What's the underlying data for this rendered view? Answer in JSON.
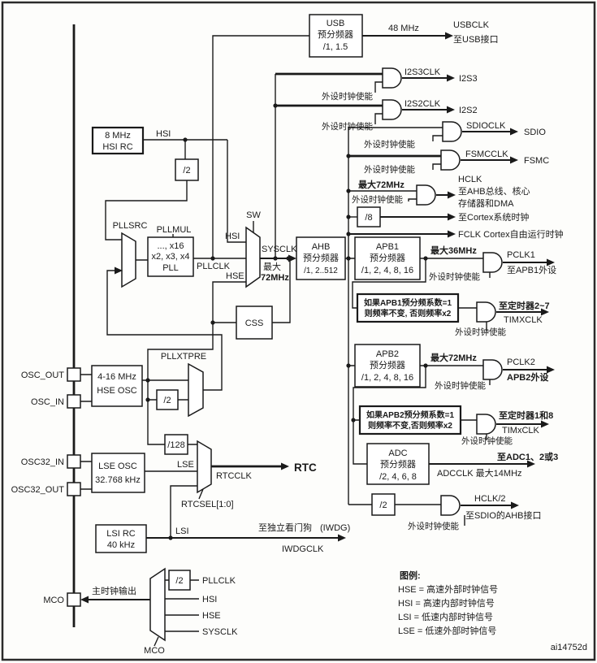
{
  "boxes": {
    "usb_prescaler": {
      "line1": "USB",
      "line2": "预分频器",
      "line3": "/1, 1.5"
    },
    "hsi_rc": {
      "line1": "8 MHz",
      "line2": "HSI RC"
    },
    "hsi_div2": "/2",
    "pll": {
      "line1": "..., x16",
      "line2": "x2, x3, x4",
      "line3": "PLL"
    },
    "ahb_prescaler": {
      "line1": "AHB",
      "line2": "预分频器",
      "line3": "/1, 2..512"
    },
    "css": "CSS",
    "hse_osc": {
      "line1": "4-16 MHz",
      "line2": "HSE OSC"
    },
    "hse_div2": "/2",
    "div128": "/128",
    "lse_osc": {
      "line1": "LSE OSC",
      "line2": "32.768 kHz"
    },
    "lsi_rc": {
      "line1": "LSI RC",
      "line2": "40 kHz"
    },
    "div8": "/8",
    "apb1_prescaler": {
      "line1": "APB1",
      "line2": "预分频器",
      "line3": "/1, 2, 4, 8, 16"
    },
    "apb1_note": {
      "line1": "如果APB1预分频系数=1",
      "line2": "则频率不变, 否则频率x2"
    },
    "apb2_prescaler": {
      "line1": "APB2",
      "line2": "预分频器",
      "line3": "/1, 2, 4, 8, 16"
    },
    "apb2_note": {
      "line1": "如果APB2预分频系数=1",
      "line2": "则频率不变,否则频率x2"
    },
    "adc_prescaler": {
      "line1": "ADC",
      "line2": "预分频器",
      "line3": "/2, 4, 6, 8"
    },
    "hclk_div2": "/2",
    "mco_div2": "/2"
  },
  "muxes": {
    "pllsrc": "PLLSRC",
    "pllmul": "PLLMUL",
    "sw": "SW",
    "pllxtpre": "PLLXTPRE",
    "rtcsel": "RTCSEL[1:0]",
    "mco": "MCO"
  },
  "pins": {
    "osc_out": "OSC_OUT",
    "osc_in": "OSC_IN",
    "osc32_in": "OSC32_IN",
    "osc32_out": "OSC32_OUT",
    "mco": "MCO"
  },
  "signals": {
    "hsi": "HSI",
    "sw_in_hsi": "HSI",
    "sw_in_pllclk": "PLLCLK",
    "sw_in_hse": "HSE",
    "sysclk": "SYSCLK",
    "sysclk_max_1": "最大",
    "sysclk_max_2": "72MHz",
    "usb_freq": "48 MHz",
    "hclk_max": "最大72MHz",
    "pclk1_max": "最大36MHz",
    "pclk2_max": "最大72MHz",
    "lse": "LSE",
    "lsi": "LSI",
    "rtcclk": "RTCCLK",
    "mco_output_label": "主时钟输出",
    "mco_in_pllclk": "PLLCLK",
    "mco_in_hsi": "HSI",
    "mco_in_hse": "HSE",
    "mco_in_sysclk": "SYSCLK"
  },
  "outputs": {
    "usbclk": "USBCLK",
    "usbclk_dest": "至USB接口",
    "i2s3clk": "I2S3CLK",
    "i2s3": "I2S3",
    "i2s2clk": "I2S2CLK",
    "i2s2": "I2S2",
    "sdioclk": "SDIOCLK",
    "sdio": "SDIO",
    "fsmcclk": "FSMCCLK",
    "fsmc": "FSMC",
    "hclk": "HCLK",
    "hclk_dest1": "至AHB总线、核心",
    "hclk_dest2": "存储器和DMA",
    "cortex_clk": "至Cortex系统时钟",
    "fclk": "FCLK Cortex自由运行时钟",
    "pclk1": "PCLK1",
    "pclk1_dest": "至APB1外设",
    "tim27_dest": "至定时器2~7",
    "timxclk_apb1": "TIMXCLK",
    "pclk2": "PCLK2",
    "pclk2_dest": "APB2外设",
    "tim18_dest": "至定时器1和8",
    "timxclk_apb2": "TIMxCLK",
    "adc_dest": "至ADC1、2或3",
    "adcclk": "ADCCLK 最大14MHz",
    "hclk_div2": "HCLK/2",
    "sdio_ahb_dest": "至SDIO的AHB接口",
    "rtc": "RTC",
    "iwdg_dest": "至独立看门狗",
    "iwdg_tag": "(IWDG)",
    "iwdgclk": "IWDGCLK"
  },
  "enable_label": "外设时钟使能",
  "legend": {
    "title": "图例:",
    "hse": "HSE = 高速外部时钟信号",
    "hsi": "HSI = 高速内部时钟信号",
    "lsi": "LSI = 低速内部时钟信号",
    "lse": "LSE = 低速外部时钟信号"
  },
  "watermark": "ai14752d",
  "colors": {
    "line": "#1a1a1a",
    "background": "#fdfdfb"
  }
}
